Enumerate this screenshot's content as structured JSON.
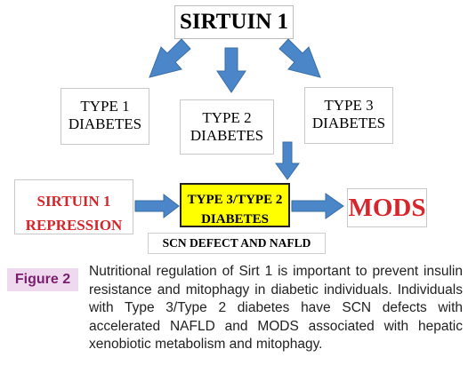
{
  "diagram": {
    "top": "SIRTUIN 1",
    "type1": [
      "TYPE 1",
      "DIABETES"
    ],
    "type2": [
      "TYPE 2",
      "DIABETES"
    ],
    "type3": [
      "TYPE 3",
      "DIABETES"
    ],
    "repression": [
      "SIRTUIN 1",
      "REPRESSION"
    ],
    "combined": [
      "TYPE 3/TYPE 2",
      "DIABETES"
    ],
    "outcome": "MODS",
    "scn_label": "SCN DEFECT AND NAFLD",
    "arrow_color": "#4a86c8",
    "accent_red": "#d7262b",
    "highlight_yellow": "#ffff00"
  },
  "figure": {
    "label": "Figure 2",
    "caption": "Nutritional regulation of Sirt 1 is important to prevent insulin resistance and mitophagy in diabetic individuals. Individuals with Type 3/Type 2 diabetes have SCN defects with accelerated NAFLD and MODS associated with hepatic xenobiotic metabolism and mitophagy."
  }
}
